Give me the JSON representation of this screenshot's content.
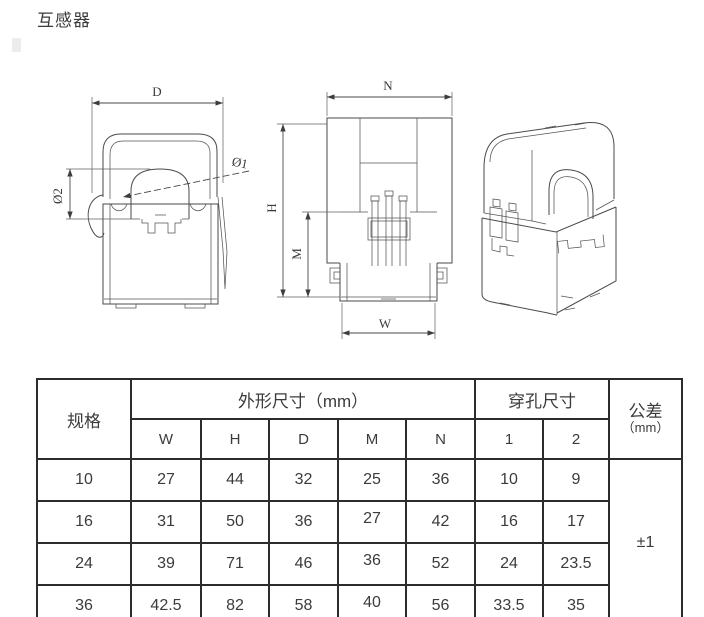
{
  "page": {
    "title": "互感器",
    "background": "#ffffff",
    "line_color": "#4a4a4a"
  },
  "drawings": {
    "front_view": {
      "dim_width": "D",
      "dim_hole_leader": "Ø1",
      "dim_hole_vertical": "Ø2"
    },
    "side_view": {
      "dim_width_top": "N",
      "dim_height": "H",
      "dim_mid_height": "M",
      "dim_width_bottom": "W"
    }
  },
  "table": {
    "header": {
      "spec": "规格",
      "outer_dims": "外形尺寸（mm）",
      "hole_dims": "穿孔尺寸",
      "tolerance_line1": "公差",
      "tolerance_line2": "（mm）",
      "sub": [
        "W",
        "H",
        "D",
        "M",
        "N",
        "1",
        "2"
      ]
    },
    "rows": [
      {
        "spec": "10",
        "w": "27",
        "h": "44",
        "d": "32",
        "m": "25",
        "n": "36",
        "hole1": "10",
        "hole2": "9"
      },
      {
        "spec": "16",
        "w": "31",
        "h": "50",
        "d": "36",
        "m": "27",
        "n": "42",
        "hole1": "16",
        "hole2": "17"
      },
      {
        "spec": "24",
        "w": "39",
        "h": "71",
        "d": "46",
        "m": "36",
        "n": "52",
        "hole1": "24",
        "hole2": "23.5"
      },
      {
        "spec": "36",
        "w": "42.5",
        "h": "82",
        "d": "58",
        "m": "40",
        "n": "56",
        "hole1": "33.5",
        "hole2": "35"
      }
    ],
    "tolerance_value": "±1"
  }
}
